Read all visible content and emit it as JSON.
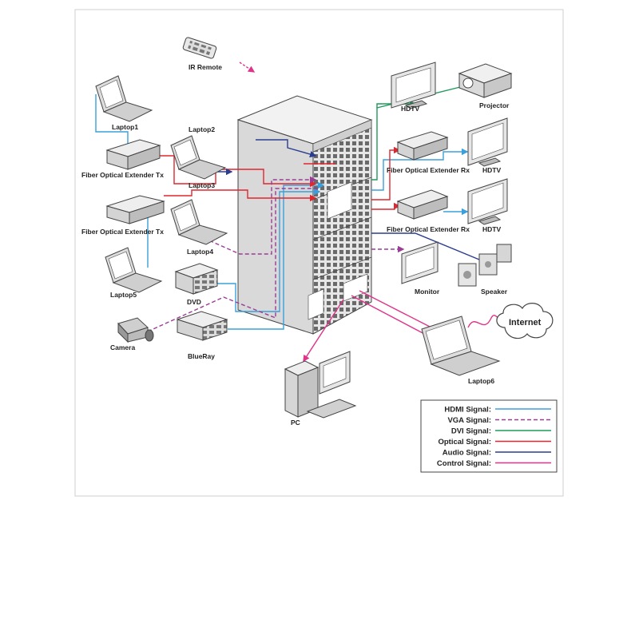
{
  "labels": {
    "ir_remote": "IR Remote",
    "laptop1": "Laptop1",
    "laptop2": "Laptop2",
    "laptop3": "Laptop3",
    "laptop4": "Laptop4",
    "laptop5": "Laptop5",
    "laptop6": "Laptop6",
    "fiber_tx_1": "Fiber Optical Extender Tx",
    "fiber_tx_2": "Fiber Optical Extender Tx",
    "fiber_rx_1": "Fiber Optical Extender Rx",
    "fiber_rx_2": "Fiber Optical Extender Rx",
    "hdtv_1": "HDTV",
    "hdtv_2": "HDTV",
    "hdtv_3": "HDTV",
    "projector": "Projector",
    "monitor": "Monitor",
    "speaker": "Speaker",
    "dvd": "DVD",
    "camera": "Camera",
    "bluray": "BlueRay",
    "pc": "PC",
    "internet": "Internet"
  },
  "legend": {
    "items": [
      {
        "label": "HDMI Signal:",
        "color": "#3aa0dc",
        "style": "solid"
      },
      {
        "label": "VGA Signal:",
        "color": "#9b3c96",
        "style": "dashed"
      },
      {
        "label": "DVI Signal:",
        "color": "#1e9a5a",
        "style": "solid"
      },
      {
        "label": "Optical Signal:",
        "color": "#e0262f",
        "style": "solid"
      },
      {
        "label": "Audio Signal:",
        "color": "#2a3d8f",
        "style": "solid"
      },
      {
        "label": "Control Signal:",
        "color": "#e0338a",
        "style": "solid"
      }
    ]
  },
  "colors": {
    "hdmi": "#3aa0dc",
    "vga": "#9b3c96",
    "dvi": "#1e9a5a",
    "optical": "#e0262f",
    "audio": "#2a3d8f",
    "control": "#e0338a",
    "device": "#555555"
  }
}
